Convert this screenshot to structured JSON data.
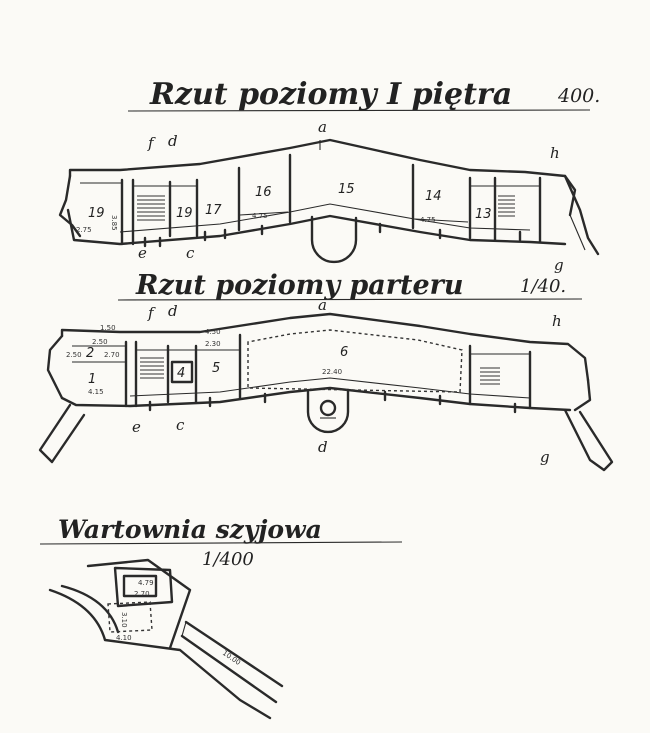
{
  "titles": {
    "first_floor": "Rzut poziomy I piętra",
    "first_floor_scale": "400.",
    "ground_floor": "Rzut poziomy parteru",
    "ground_floor_scale": "1/40.",
    "guardhouse": "Wartownia szyjowa",
    "guardhouse_scale": "1/400"
  },
  "first_floor_rooms": [
    "19",
    "19",
    "17",
    "16",
    "15",
    "14",
    "13"
  ],
  "first_floor_dims": [
    "3.85",
    "2.75",
    "4.75",
    "4.75"
  ],
  "ground_floor_rooms": [
    "1",
    "2",
    "4",
    "5",
    "6"
  ],
  "ground_floor_dims": [
    "2.50",
    "2.70",
    "4.50",
    "2.50",
    "1.50",
    "2.30",
    "4.15",
    "22.40"
  ],
  "guardhouse_dims": [
    "4.79",
    "2.70",
    "4.10",
    "3.10",
    "10.00"
  ],
  "section_marks": [
    "f",
    "d",
    "e",
    "a",
    "h",
    "g",
    "c"
  ]
}
